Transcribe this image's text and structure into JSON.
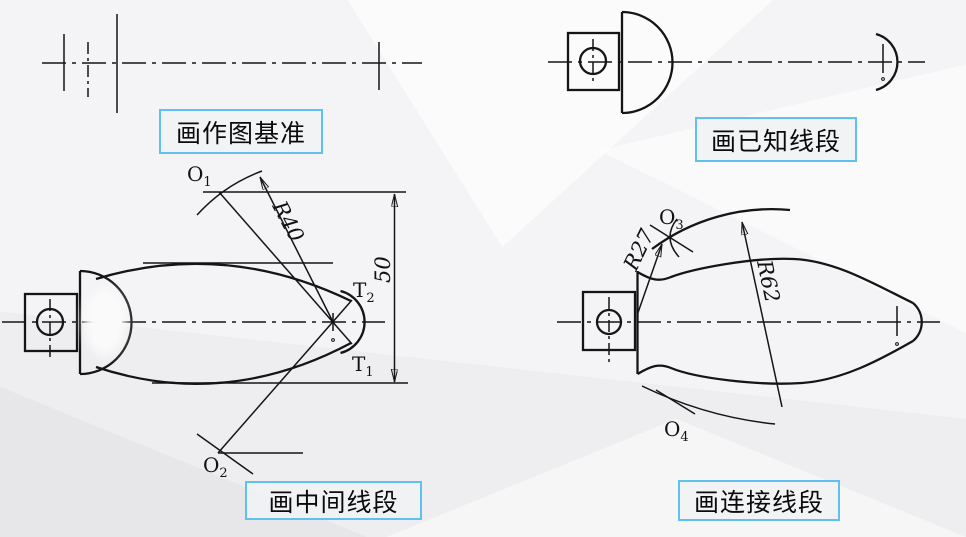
{
  "page": {
    "background": "#f4f4f6",
    "accent_border": "#5fc1ee",
    "line_color": "#151515"
  },
  "steps": [
    {
      "id": "datum",
      "label": "画作图基准"
    },
    {
      "id": "known",
      "label": "画已知线段"
    },
    {
      "id": "middle",
      "label": "画中间线段"
    },
    {
      "id": "connect",
      "label": "画连接线段"
    }
  ],
  "ann": {
    "o1": {
      "base": "O",
      "sub": "1"
    },
    "o2": {
      "base": "O",
      "sub": "2"
    },
    "o3": {
      "base": "O",
      "sub": "3"
    },
    "o4": {
      "base": "O",
      "sub": "4"
    },
    "t1": {
      "base": "T",
      "sub": "1"
    },
    "t2": {
      "base": "T",
      "sub": "2"
    },
    "r40": "R40",
    "r27": "R27",
    "r62": "R62",
    "dim50": "50"
  }
}
